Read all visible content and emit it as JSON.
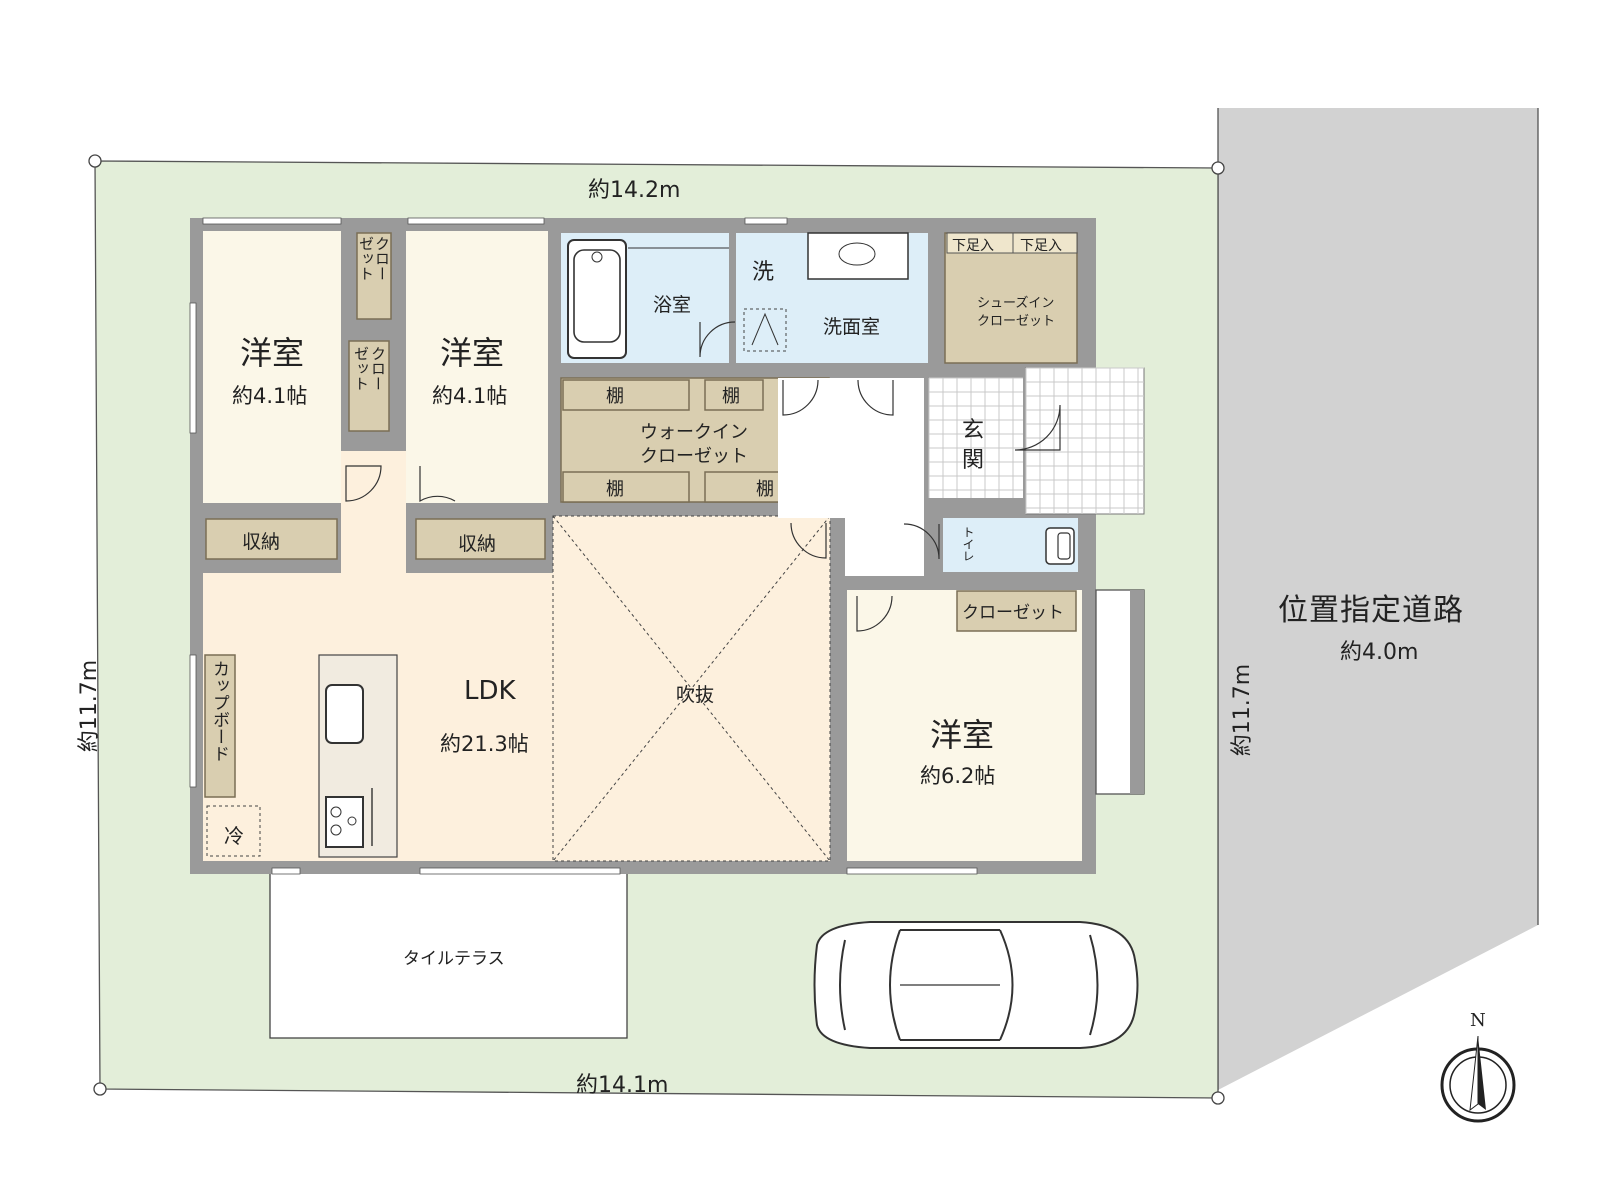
{
  "site": {
    "top_width": "約14.2m",
    "bottom_width": "約14.1m",
    "left_depth": "約11.7m",
    "right_depth": "約11.7m"
  },
  "road": {
    "name": "位置指定道路",
    "width": "約4.0m"
  },
  "rooms": {
    "west_bedroom": {
      "name": "洋室",
      "size": "約4.1帖"
    },
    "center_bedroom": {
      "name": "洋室",
      "size": "約4.1帖"
    },
    "south_bedroom": {
      "name": "洋室",
      "size": "約6.2帖"
    },
    "ldk": {
      "name": "LDK",
      "size": "約21.3帖"
    },
    "void": "吹抜",
    "bath": "浴室",
    "washroom": "洗面室",
    "washer": "洗",
    "entrance_1": "玄",
    "entrance_2": "関",
    "toilet": "トイレ",
    "shoe_closet_1": "シューズイン",
    "shoe_closet_2": "クローゼット",
    "shoe_box_left": "下足入",
    "shoe_box_right": "下足入",
    "walkin_1": "ウォークイン",
    "walkin_2": "クローゼット",
    "shelf": "棚",
    "storage": "収納",
    "closet": "クローゼット",
    "closet_v1_a": "クロー",
    "closet_v1_b": "ゼット",
    "cupboard": "カップボード",
    "fridge": "冷",
    "terrace": "タイルテラス"
  },
  "compass": "N"
}
